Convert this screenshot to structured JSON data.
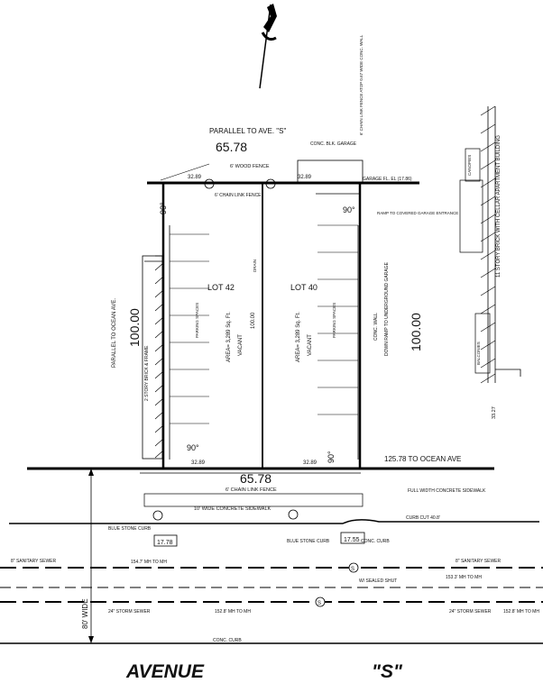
{
  "top_labels": {
    "parallel_ave_s": "PARALLEL TO AVE. \"S\"",
    "dim_top": "65.78",
    "conc_blk_garage": "CONC. BLK. GARAGE",
    "chain_fence_note": "6' CHAIN LINK FENCE ATOP 0.67 WIDE CONC. WALL",
    "wood_fence": "6' WOOD FENCE",
    "garage_fl": "GARAGE FL. EL (17.86)",
    "chain_fence_l": "6' CHAIN LINK FENCE",
    "sub_top_left": "32.89",
    "sub_top_right": "32.89",
    "ramp_note": "RAMP TO COVERED GARAGE ENTRANCE"
  },
  "lots": {
    "lot42": {
      "name": "LOT 42",
      "area": "AREA= 3,289 Sq. Ft.",
      "status": "VACANT",
      "parking": "PARKING SPACES"
    },
    "lot40": {
      "name": "LOT 40",
      "area": "AREA= 3,289 Sq. Ft.",
      "status": "VACANT",
      "parking": "PARKING SPACES"
    },
    "depth_center": "100.00",
    "drain": "DRAIN"
  },
  "sides": {
    "left_parallel": "PARALLEL TO OCEAN AVE.",
    "left_dim": "100.00",
    "left_building": "2 STORY BRICK & FRAME",
    "right_dim": "100.00",
    "right_ramp": "DOWN RAMP TO UNDERGROUND GARAGE",
    "right_building": "11 STORY BRICK WITH CELLAR APARTMENT BUILDING",
    "balconies": "BALCONIES",
    "canopies": "CANOPIES",
    "conc_wall": "CONC. WALL",
    "el_327": "33.27"
  },
  "angles": {
    "a1": "90°",
    "a2": "90°",
    "a3": "90°",
    "a4": "90°"
  },
  "bottom": {
    "sub_bot_left": "32.89",
    "sub_bot_right": "32.89",
    "dim_bottom": "65.78",
    "ocean_ave": "125.78 TO OCEAN AVE",
    "chain_fence_bot": "6' CHAIN LINK FENCE",
    "sidewalk": "10' WIDE CONCRETE SIDEWALK",
    "full_width": "FULL WIDTH CONCRETE SIDEWALK",
    "curb_cut": "CURB CUT 40.8'",
    "blue_curb_l": "BLUE STONE CURB",
    "blue_curb_r": "BLUE STONE CURB",
    "conc_curb": "CONC. CURB",
    "el_1776": "17.78",
    "el_1755": "17.55",
    "sanitary_l": "8\" SANITARY SEWER",
    "sanitary_r": "8\" SANITARY SEWER",
    "mh_1547": "154.7' MH TO MH",
    "mh_1533": "153.3' MH TO MH",
    "storm_l": "24\" STORM SEWER",
    "storm_r": "24\" STORM SEWER",
    "mh_1528": "152.8' MH TO MH",
    "mh_1528r": "152.8' MH TO MH",
    "sealed": "W/ SEALED SHUT",
    "width_80": "80' WIDE",
    "conc_curb2": "CONC. CURB",
    "avenue": "AVENUE",
    "avenue_s": "\"S\""
  }
}
